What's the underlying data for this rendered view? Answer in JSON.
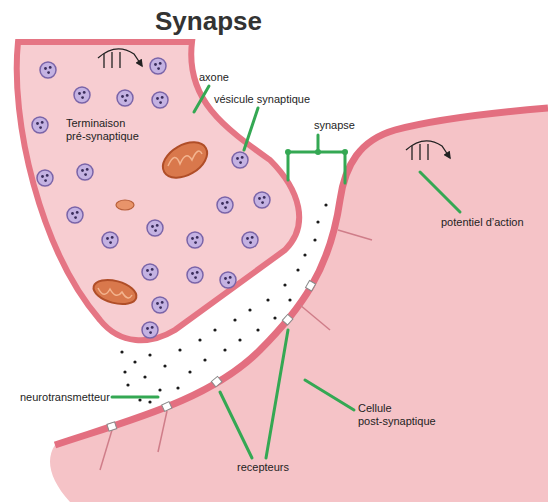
{
  "diagram": {
    "title": "Synapse",
    "labels": [
      "axone",
      "vésicule synaptique",
      "Terminaison pré-synaptique",
      "synapse",
      "potentiel d’action",
      "neurotransmetteur",
      "Cellule post-synaptique",
      "recepteurs"
    ]
  }
}
